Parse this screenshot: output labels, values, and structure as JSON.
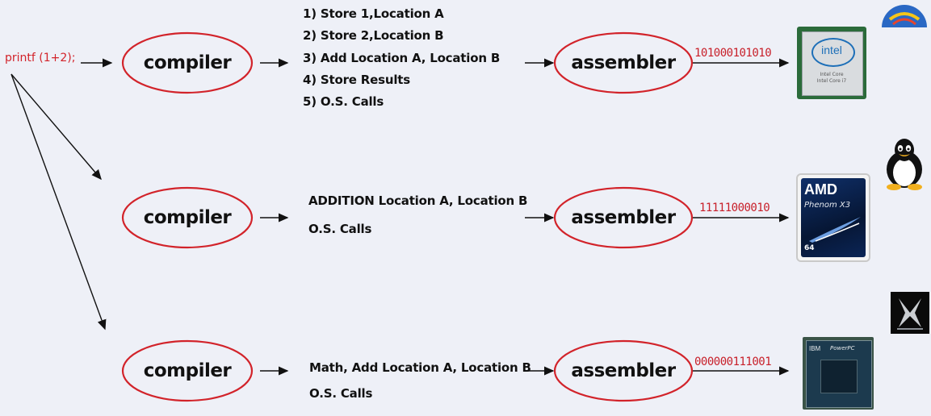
{
  "source_code": "printf (1+2);",
  "rows": [
    {
      "compiler_label": "compiler",
      "steps": [
        "1) Store 1,Location A",
        "2) Store 2,Location B",
        "3) Add Location A, Location B",
        "4) Store Results",
        "5) O.S. Calls"
      ],
      "assembler_label": "assembler",
      "machine_code": "101000101010",
      "processor": {
        "brand": "intel",
        "line1": "Intel Core",
        "line2": "Intel Core i7",
        "color": "#1d6fb8"
      },
      "os_icon": "windows-logo-icon"
    },
    {
      "compiler_label": "compiler",
      "steps": [
        "ADDITION Location A, Location B",
        "O.S. Calls"
      ],
      "assembler_label": "assembler",
      "machine_code": "11111000010",
      "processor": {
        "brand": "AMD",
        "model": "Phenom X3",
        "bits": "64",
        "color": "#0d2a5c"
      },
      "os_icon": "linux-penguin-icon"
    },
    {
      "compiler_label": "compiler",
      "steps": [
        "Math, Add Location A, Location B",
        "O.S. Calls"
      ],
      "assembler_label": "assembler",
      "machine_code": "000000111001",
      "processor": {
        "brand": "IBM",
        "model": "PowerPC",
        "color": "#1c3a4e"
      },
      "os_icon": "mac-os-x-icon"
    }
  ],
  "colors": {
    "accent_red": "#d2232a",
    "background": "#eef0f7",
    "ink": "#111111"
  }
}
